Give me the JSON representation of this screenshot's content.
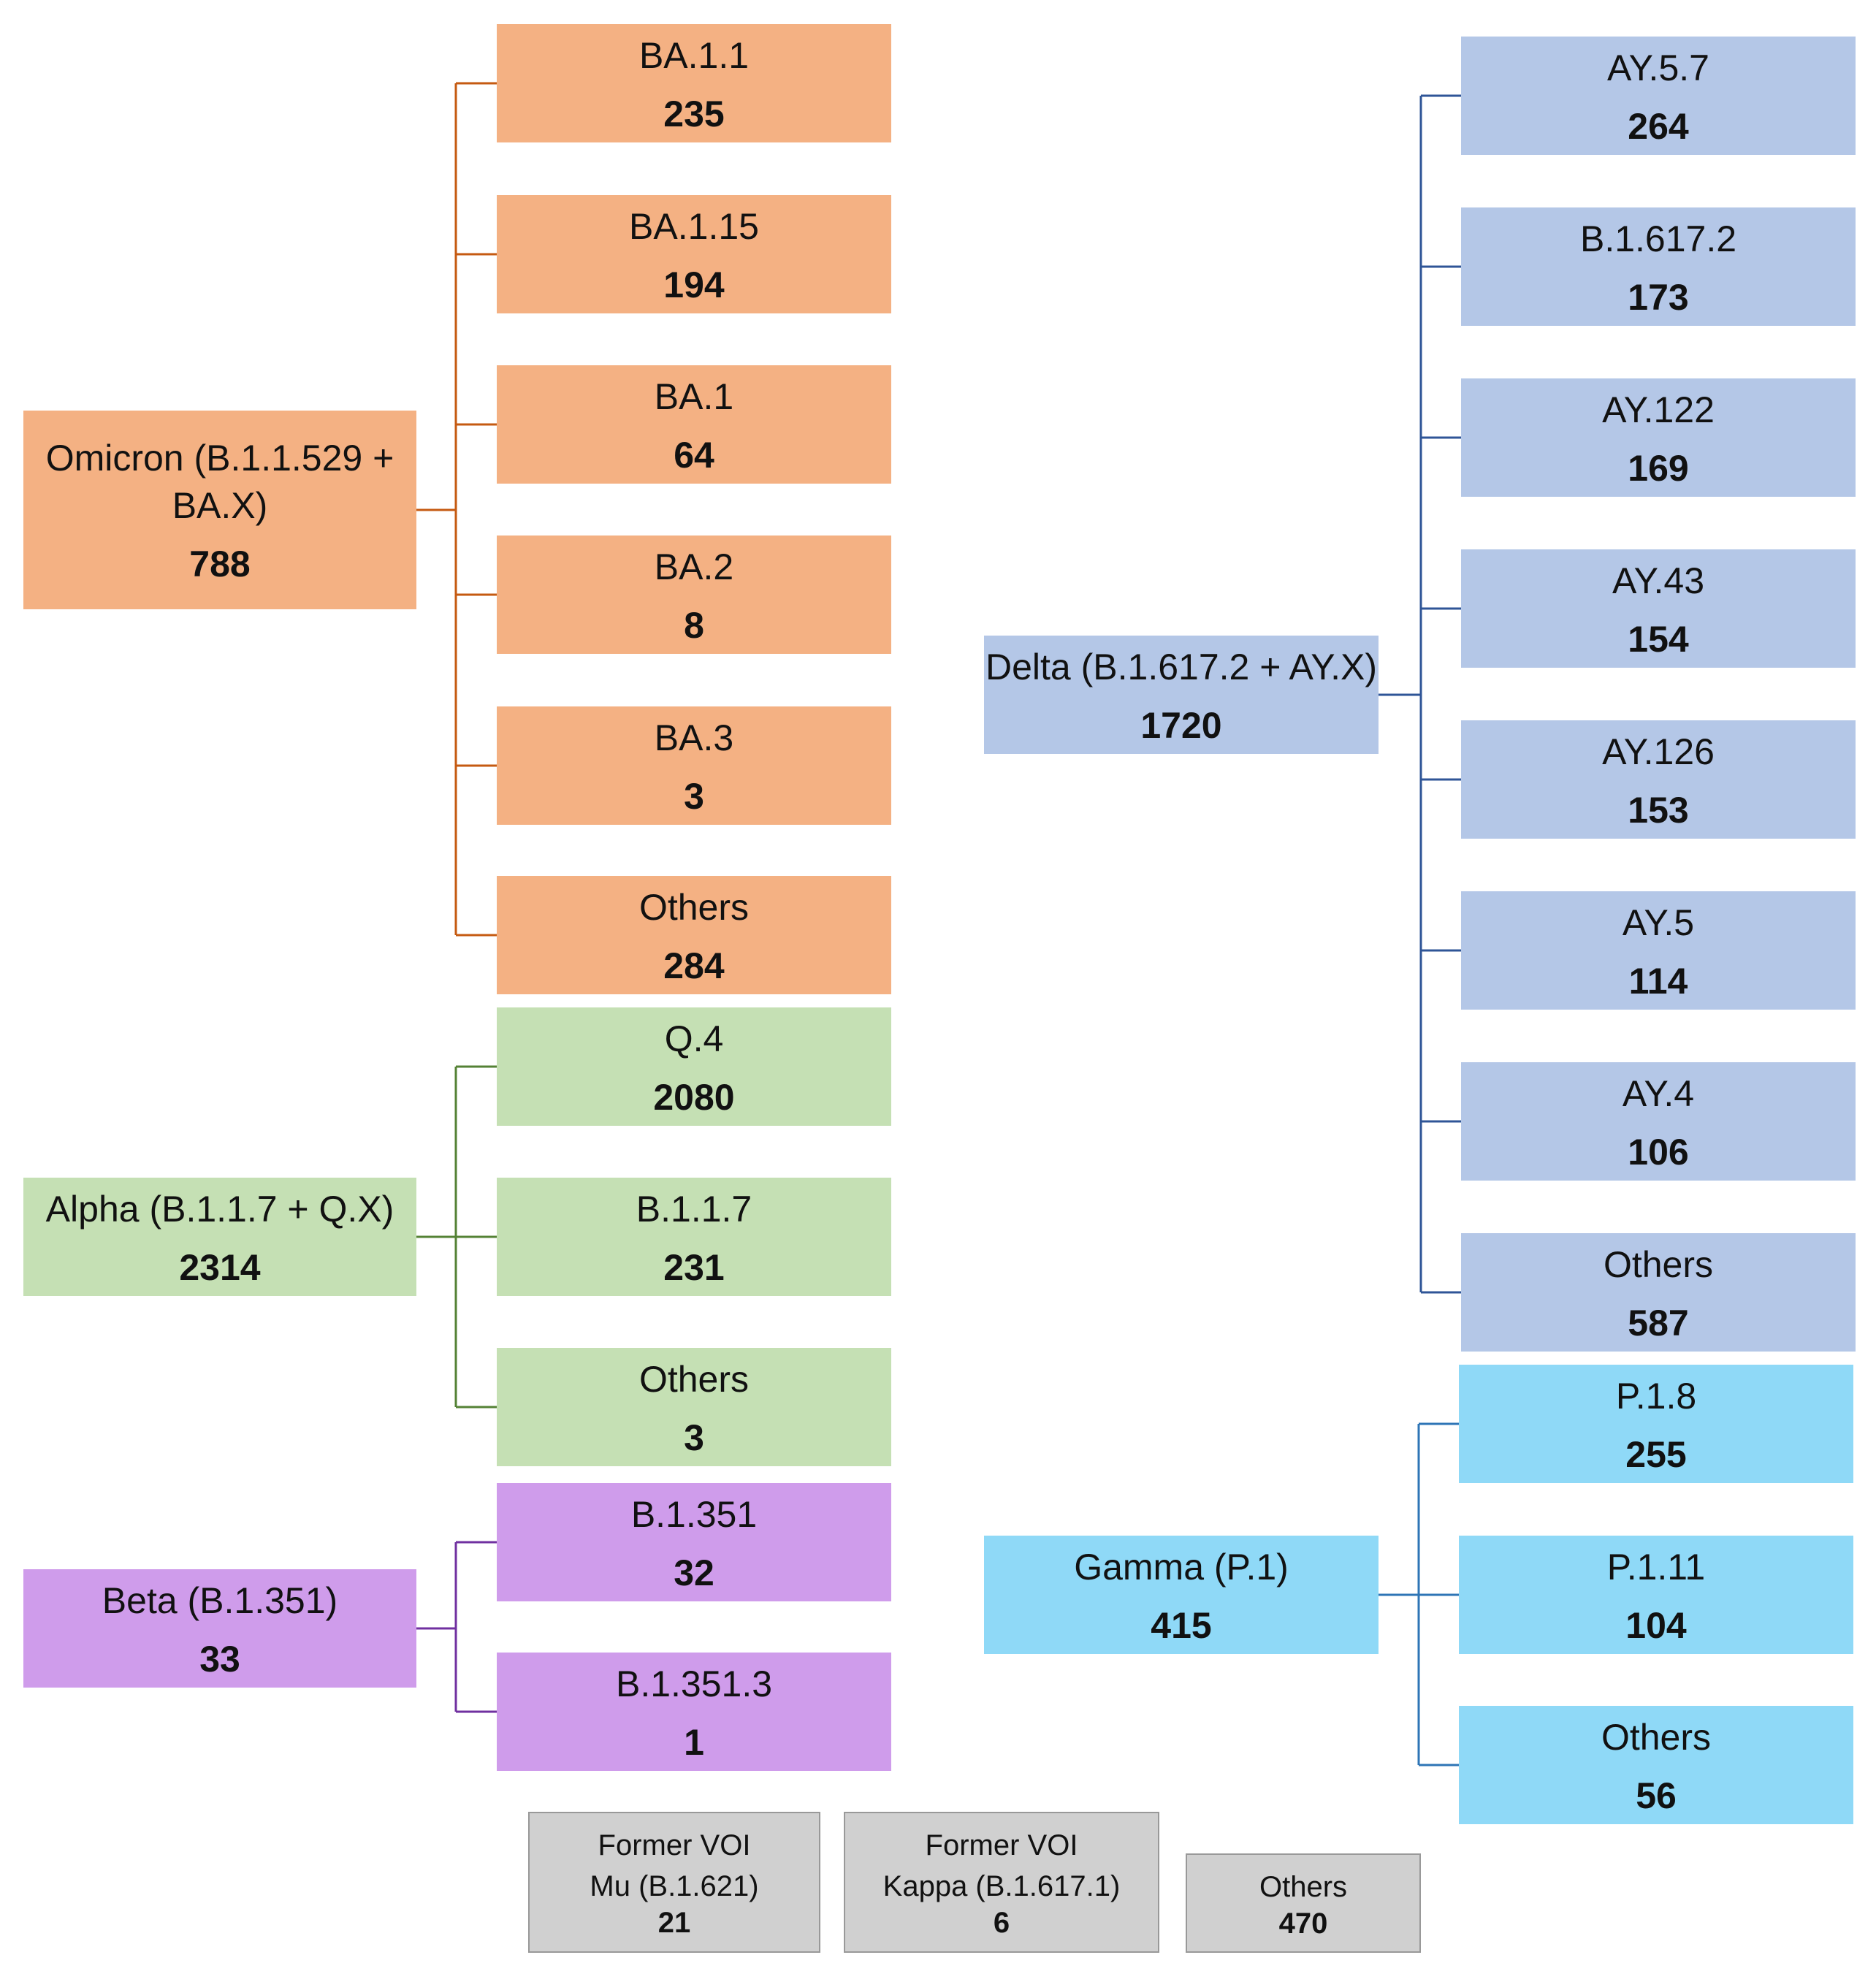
{
  "groups": {
    "omicron": {
      "label": "Omicron (B.1.1.529 +\nBA.X)",
      "count": "788",
      "color": "#c55a11",
      "children": [
        {
          "label": "BA.1.1",
          "count": "235"
        },
        {
          "label": "BA.1.15",
          "count": "194"
        },
        {
          "label": "BA.1",
          "count": "64"
        },
        {
          "label": "BA.2",
          "count": "8"
        },
        {
          "label": "BA.3",
          "count": "3"
        },
        {
          "label": "Others",
          "count": "284"
        }
      ]
    },
    "alpha": {
      "label": "Alpha (B.1.1.7 + Q.X)",
      "count": "2314",
      "color": "#548235",
      "children": [
        {
          "label": "Q.4",
          "count": "2080"
        },
        {
          "label": "B.1.1.7",
          "count": "231"
        },
        {
          "label": "Others",
          "count": "3"
        }
      ]
    },
    "beta": {
      "label": "Beta (B.1.351)",
      "count": "33",
      "color": "#7030a0",
      "children": [
        {
          "label": "B.1.351",
          "count": "32"
        },
        {
          "label": "B.1.351.3",
          "count": "1"
        }
      ]
    },
    "delta": {
      "label": "Delta (B.1.617.2 + AY.X)",
      "count": "1720",
      "color": "#2f5597",
      "children": [
        {
          "label": "AY.5.7",
          "count": "264"
        },
        {
          "label": "B.1.617.2",
          "count": "173"
        },
        {
          "label": "AY.122",
          "count": "169"
        },
        {
          "label": "AY.43",
          "count": "154"
        },
        {
          "label": "AY.126",
          "count": "153"
        },
        {
          "label": "AY.5",
          "count": "114"
        },
        {
          "label": "AY.4",
          "count": "106"
        },
        {
          "label": "Others",
          "count": "587"
        }
      ]
    },
    "gamma": {
      "label": "Gamma (P.1)",
      "count": "415",
      "color": "#2e75b6",
      "children": [
        {
          "label": "P.1.8",
          "count": "255"
        },
        {
          "label": "P.1.11",
          "count": "104"
        },
        {
          "label": "Others",
          "count": "56"
        }
      ]
    }
  },
  "other_boxes": [
    {
      "label": "Former  VOI\nMu (B.1.621)",
      "count": "21"
    },
    {
      "label": "Former VOI\nKappa (B.1.617.1)",
      "count": "6"
    },
    {
      "label": "Others",
      "count": "470"
    }
  ]
}
